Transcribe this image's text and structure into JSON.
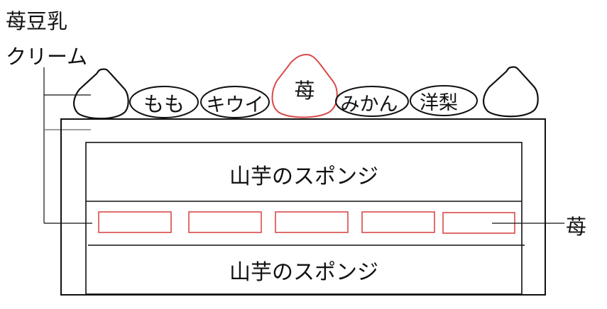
{
  "labels": {
    "soy_milk_line1": "苺豆乳",
    "soy_milk_line2": "クリーム",
    "strawberry_side": "苺"
  },
  "toppings": [
    {
      "label": "もも"
    },
    {
      "label": "キウイ"
    },
    {
      "label": "苺"
    },
    {
      "label": "みかん"
    },
    {
      "label": "洋梨"
    }
  ],
  "layers": {
    "top_sponge": "山芋のスポンジ",
    "bottom_sponge": "山芋のスポンジ"
  },
  "colors": {
    "outline": "#111111",
    "strawberry": "#d94a4a"
  }
}
